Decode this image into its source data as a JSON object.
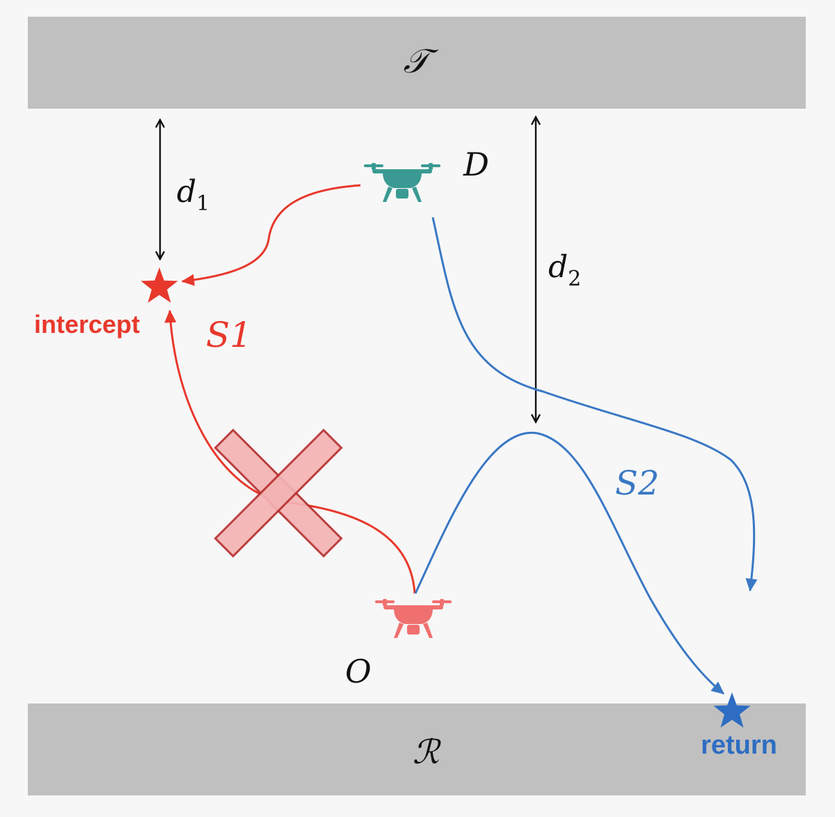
{
  "regions": {
    "target": {
      "label": "𝒯"
    },
    "return": {
      "label": "ℛ"
    }
  },
  "drones": {
    "defender": {
      "label": "D",
      "icon": "drone-icon",
      "color": "#3a9a93"
    },
    "opponent": {
      "label": "O",
      "icon": "drone-icon",
      "color": "#f07070"
    }
  },
  "distances": {
    "d1": {
      "base": "d",
      "sub": "1"
    },
    "d2": {
      "base": "d",
      "sub": "2"
    }
  },
  "strategies": {
    "s1": {
      "label": "S1",
      "color": "#e8382c"
    },
    "s2": {
      "label": "S2",
      "color": "#3a78c4"
    }
  },
  "points": {
    "intercept": {
      "label": "intercept",
      "icon": "star-icon",
      "color": "#e8382c"
    },
    "return": {
      "label": "return",
      "icon": "star-icon",
      "color": "#2e6dc2"
    }
  },
  "cross": {
    "icon": "cross-icon",
    "fill": "#f4b3b3",
    "stroke": "#b83030"
  },
  "colors": {
    "band": "#c0c0c0",
    "background": "#f7f7f7"
  }
}
